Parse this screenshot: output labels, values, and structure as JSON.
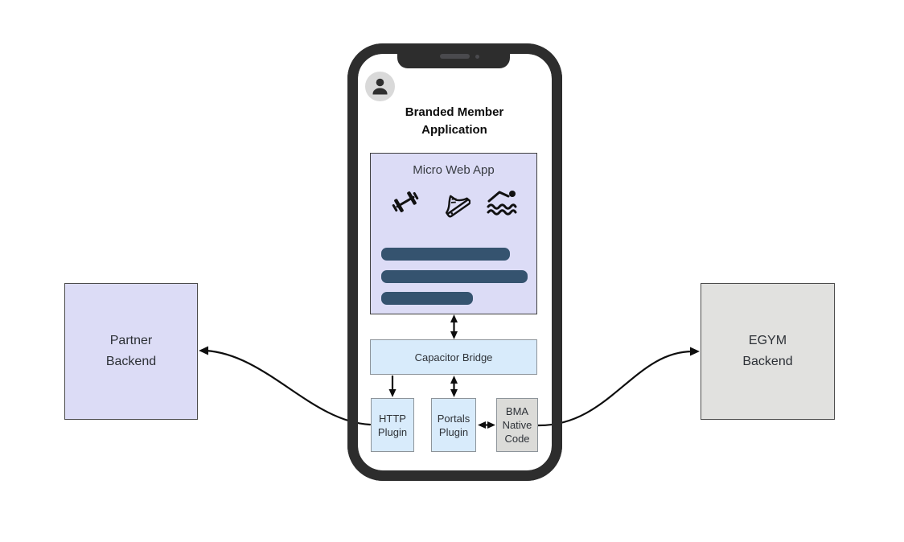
{
  "app_title": "Branded Member\nApplication",
  "micro_web_app": {
    "label": "Micro Web App",
    "icons": [
      "dumbbell-icon",
      "running-shoe-icon",
      "swimmer-icon"
    ],
    "content_bars": [
      160,
      182,
      114
    ]
  },
  "capacitor_bridge": {
    "label": "Capacitor Bridge"
  },
  "http_plugin": {
    "label": "HTTP\nPlugin"
  },
  "portals_plugin": {
    "label": "Portals\nPlugin"
  },
  "bma_native_code": {
    "label": "BMA\nNative\nCode"
  },
  "partner_backend": {
    "label": "Partner\nBackend"
  },
  "egym_backend": {
    "label": "EGYM\nBackend"
  },
  "connections": [
    {
      "from": "micro_web_app",
      "to": "capacitor_bridge",
      "direction": "bidirectional"
    },
    {
      "from": "capacitor_bridge",
      "to": "http_plugin",
      "direction": "down"
    },
    {
      "from": "capacitor_bridge",
      "to": "portals_plugin",
      "direction": "bidirectional"
    },
    {
      "from": "portals_plugin",
      "to": "bma_native_code",
      "direction": "bidirectional"
    },
    {
      "from": "http_plugin",
      "to": "partner_backend",
      "direction": "to-partner"
    },
    {
      "from": "bma_native_code",
      "to": "egym_backend",
      "direction": "to-egym"
    }
  ],
  "colors": {
    "phone_frame": "#2d2d2d",
    "lavender_fill": "#dcdcf6",
    "light_blue_fill": "#d8ebfb",
    "gray_fill": "#dbdbd8",
    "egym_fill": "#e1e1df",
    "content_bar": "#35536f",
    "arrow": "#0e0e0e"
  }
}
